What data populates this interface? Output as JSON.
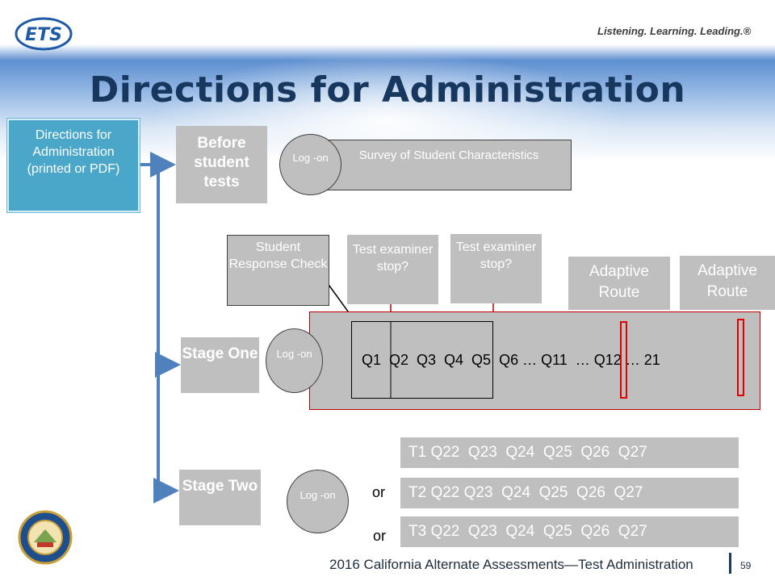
{
  "header": {
    "logo_text": "ETS",
    "tagline": "Listening. Learning. Leading.®"
  },
  "title": "Directions for Administration",
  "source_box": {
    "text": "Directions for Administration (printed or PDF)"
  },
  "stages": {
    "before": "Before student tests",
    "one": "Stage One",
    "two": "Stage Two"
  },
  "logon_label": "Log -on",
  "survey": "Survey of Student Characteristics",
  "student_response_check": "Student Response Check",
  "test_examiner_stop": "Test examiner stop?",
  "adaptive_route": "Adaptive Route",
  "stage_one_questions": "Q1  Q2  Q3  Q4  Q5  Q6 … Q11  … Q12 … 21",
  "stage_two_tracks": [
    "T1 Q22  Q23  Q24  Q25  Q26  Q27",
    "T2 Q22 Q23  Q24  Q25  Q26  Q27",
    "T3 Q22  Q23  Q24  Q25  Q26  Q27"
  ],
  "or_label": "or",
  "footer": {
    "text": "2016 California Alternate Assessments—Test Administration",
    "page_number": "59"
  },
  "colors": {
    "title": "#17375e",
    "source_box": "#4aa7c9",
    "stage_fill": "#bfbfbf",
    "connector": "#4f81bd",
    "highlight": "#e00000"
  }
}
